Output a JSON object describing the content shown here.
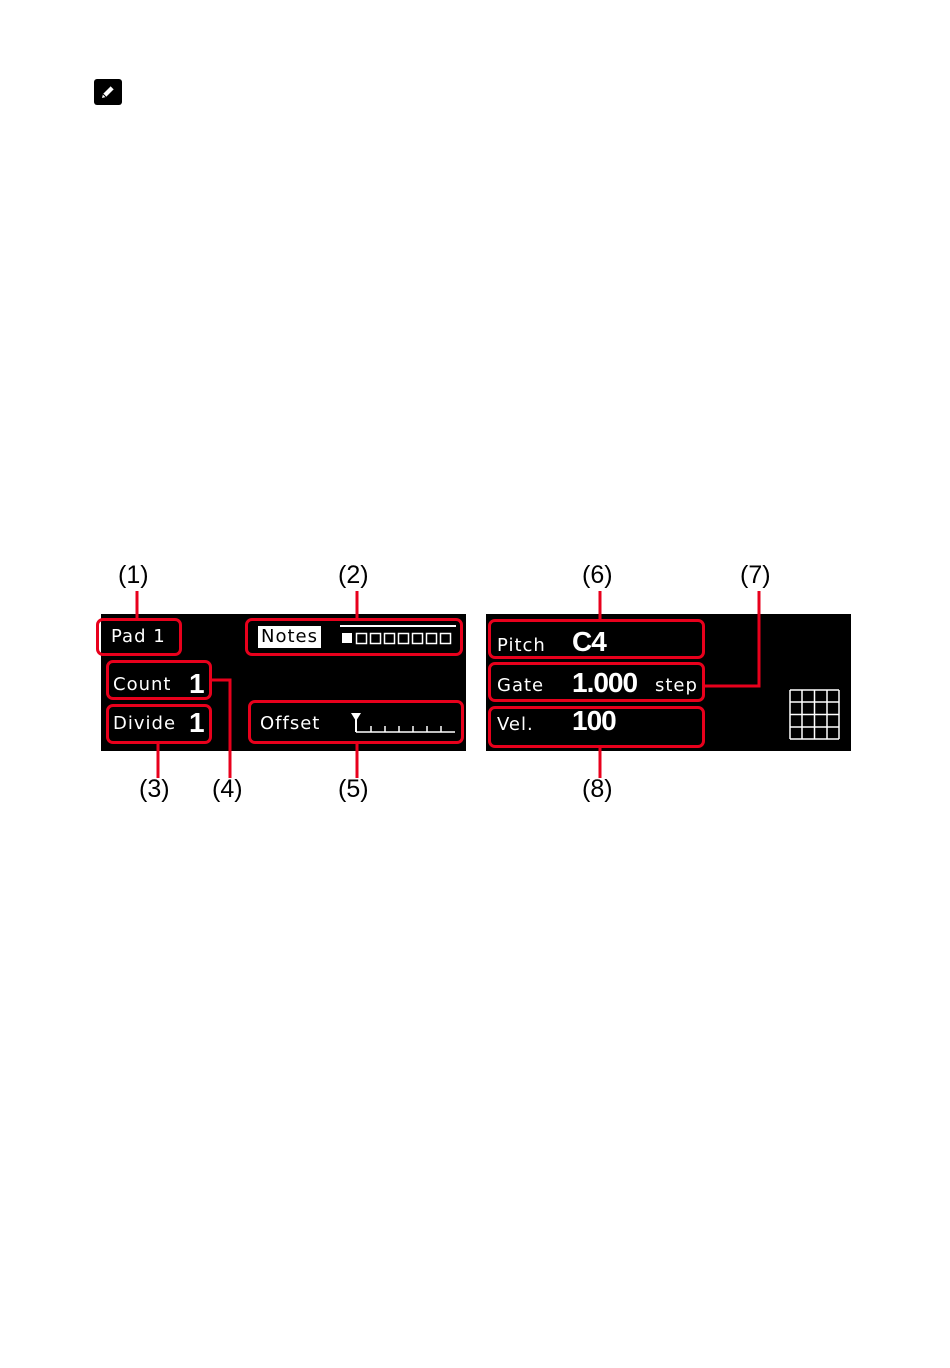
{
  "callouts": [
    "(1)",
    "(2)",
    "(3)",
    "(4)",
    "(5)",
    "(6)",
    "(7)",
    "(8)"
  ],
  "left_screen": {
    "pad_label": "Pad 1",
    "notes_label": "Notes",
    "count_label": "Count",
    "count_value": "1",
    "divide_label": "Divide",
    "divide_value": "1",
    "offset_label": "Offset"
  },
  "right_screen": {
    "pitch_label": "Pitch",
    "pitch_value": "C4",
    "gate_label": "Gate",
    "gate_value": "1.000",
    "gate_unit": "step",
    "vel_label": "Vel.",
    "vel_value": "100"
  },
  "icons": {
    "note": "pencil-icon",
    "notes_steps": "step-squares-icon",
    "offset_marker": "triangle-marker-icon",
    "grid": "pad-grid-icon"
  },
  "colors": {
    "highlight": "#e8001c",
    "screen": "#000000",
    "text_on_screen": "#ffffff"
  }
}
